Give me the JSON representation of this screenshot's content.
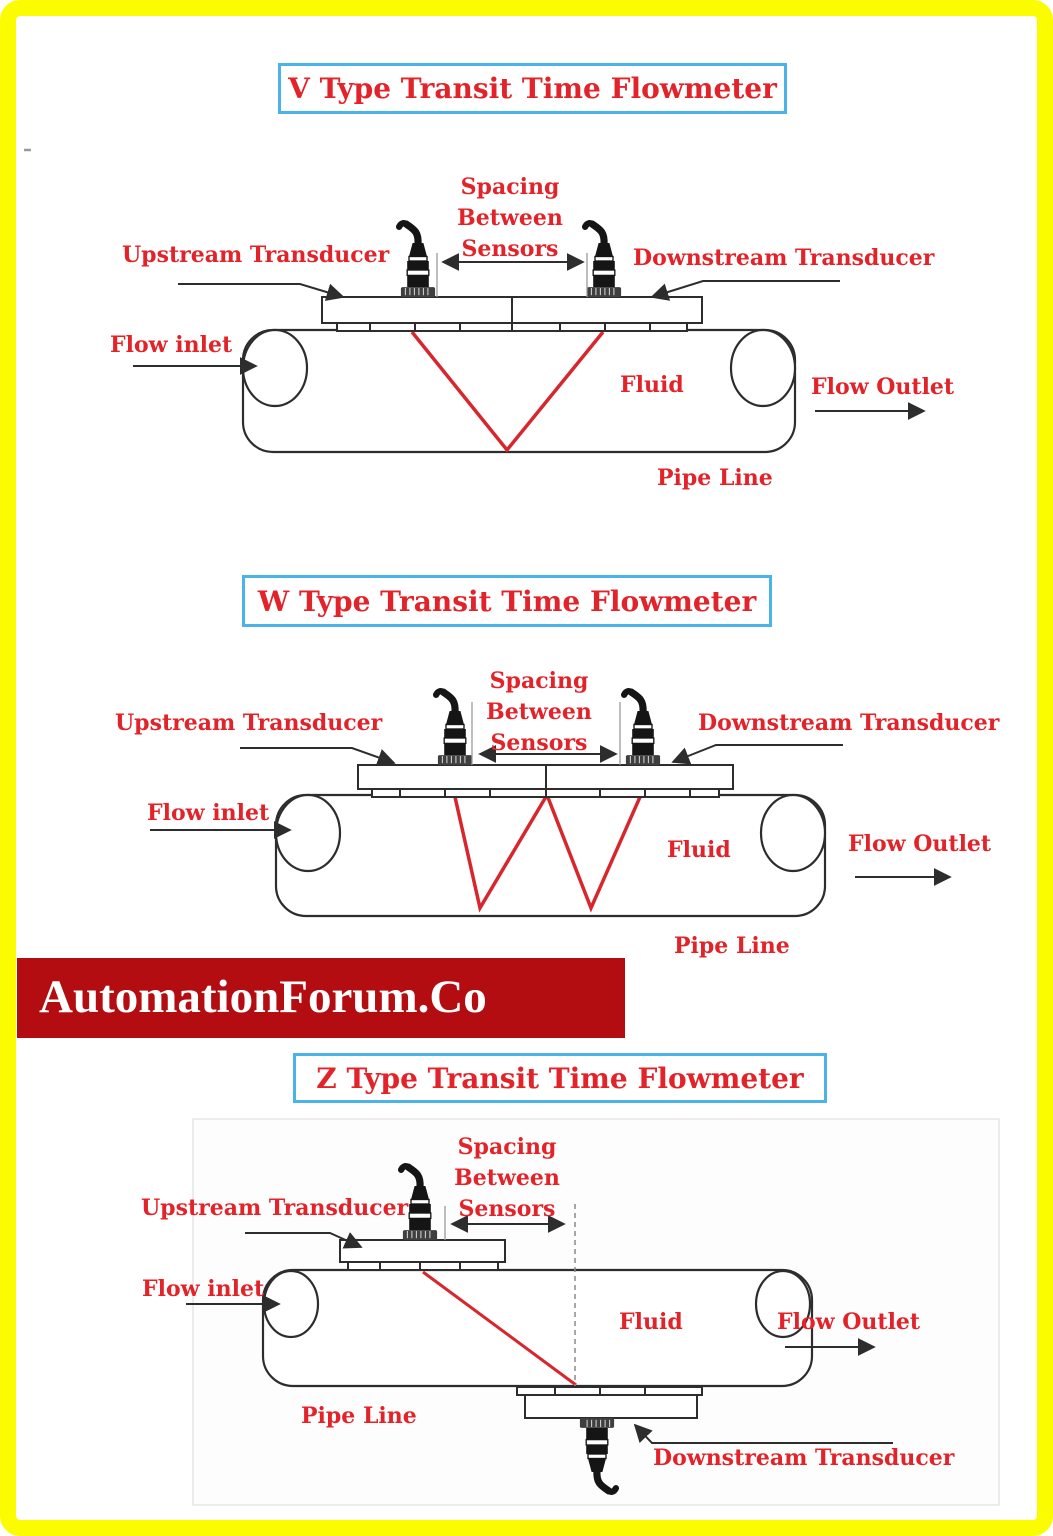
{
  "colors": {
    "frame_yellow": "#fcfc00",
    "title_border_blue": "#4ab3e8",
    "label_red": "#e2242a",
    "beam_red": "#d8262d",
    "banner_bg": "#b30d12",
    "banner_text": "#ffffff",
    "line_black": "#2d2d2d"
  },
  "banner": {
    "text": "AutomationForum.Co"
  },
  "diagrams": {
    "v": {
      "title": "V Type Transit Time Flowmeter",
      "labels": {
        "spacing_line1": "Spacing",
        "spacing_line2": "Between",
        "spacing_line3": "Sensors",
        "upstream_transducer": "Upstream Transducer",
        "downstream_transducer": "Downstream Transducer",
        "flow_inlet": "Flow inlet",
        "fluid": "Fluid",
        "flow_outlet": "Flow Outlet",
        "pipe_line": "Pipe Line"
      }
    },
    "w": {
      "title": "W Type Transit Time Flowmeter",
      "labels": {
        "spacing_line1": "Spacing",
        "spacing_line2": "Between",
        "spacing_line3": "Sensors",
        "upstream_transducer": "Upstream Transducer",
        "downstream_transducer": "Downstream Transducer",
        "flow_inlet": "Flow inlet",
        "fluid": "Fluid",
        "flow_outlet": "Flow Outlet",
        "pipe_line": "Pipe Line"
      }
    },
    "z": {
      "title": "Z Type Transit Time Flowmeter",
      "labels": {
        "spacing_line1": "Spacing",
        "spacing_line2": "Between",
        "spacing_line3": "Sensors",
        "upstream_transducer": "Upstream Transducer",
        "downstream_transducer": "Downstream Transducer",
        "flow_inlet": "Flow inlet",
        "fluid": "Fluid",
        "flow_outlet": "Flow Outlet",
        "pipe_line": "Pipe Line"
      }
    }
  }
}
